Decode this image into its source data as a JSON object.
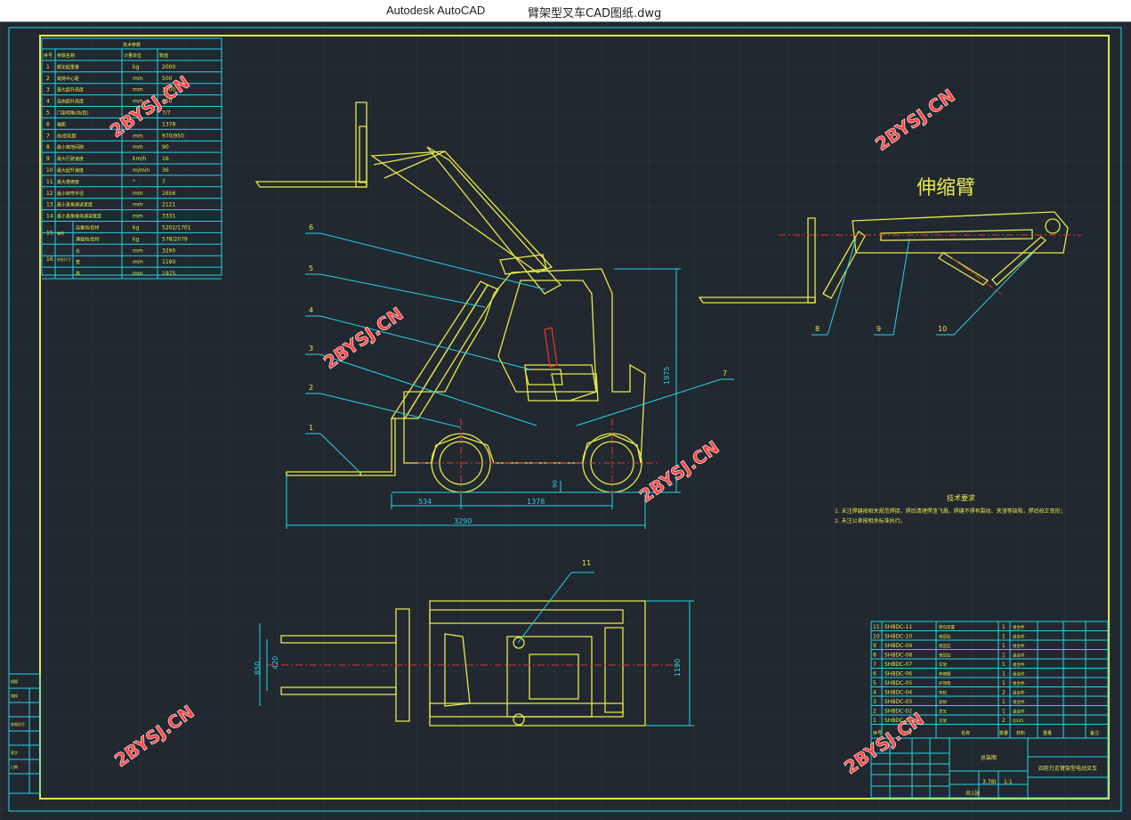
{
  "window": {
    "app_name": "Autodesk AutoCAD",
    "file_name": "臂架型叉车CAD图纸.dwg"
  },
  "colors": {
    "background": "#212830",
    "frame_yellow": "#e8e84a",
    "cyan": "#27d4e6",
    "red_center": "#e0352e",
    "watermark": "#ff3b3b"
  },
  "watermark": {
    "text": "2BYSJ.CN"
  },
  "params_table": {
    "title": "技术参数",
    "headers": [
      "序号",
      "参数名称",
      "计量单位",
      "数值"
    ],
    "rows": [
      {
        "no": "1",
        "name": "额定起重量",
        "unit": "kg",
        "value": "2000"
      },
      {
        "no": "2",
        "name": "载荷中心距",
        "unit": "mm",
        "value": "500"
      },
      {
        "no": "3",
        "name": "最大起升高度",
        "unit": "mm",
        "value": "3000"
      },
      {
        "no": "4",
        "name": "自由起升高度",
        "unit": "mm",
        "value": "150"
      },
      {
        "no": "5",
        "name": "门架倾角(前/后)",
        "unit": "°",
        "value": "7/7"
      },
      {
        "no": "6",
        "name": "轴距",
        "unit": "",
        "value": "1378"
      },
      {
        "no": "7",
        "name": "前/后轮距",
        "unit": "mm",
        "value": "970/950"
      },
      {
        "no": "8",
        "name": "最小离地间隙",
        "unit": "mm",
        "value": "90"
      },
      {
        "no": "9",
        "name": "最大行驶速度",
        "unit": "km/h",
        "value": "16"
      },
      {
        "no": "10",
        "name": "最大起升速度",
        "unit": "m/min",
        "value": "36"
      },
      {
        "no": "11",
        "name": "最大爬坡度",
        "unit": "°",
        "value": "7"
      },
      {
        "no": "12",
        "name": "最小转弯半径",
        "unit": "mm",
        "value": "1656"
      },
      {
        "no": "13",
        "name": "最小直角通道宽度",
        "unit": "mm",
        "value": "2121"
      },
      {
        "no": "14",
        "name": "最小直角堆垛通道宽度",
        "unit": "mm",
        "value": "3331"
      },
      {
        "no": "15a",
        "name": "自重前/后桥",
        "unit": "kg",
        "value": "5202/1701"
      },
      {
        "no": "15b",
        "name": "满载前/后桥",
        "unit": "kg",
        "value": "578/2079"
      },
      {
        "no": "16a",
        "name": "长",
        "unit": "mm",
        "value": "3290"
      },
      {
        "no": "16b",
        "name": "宽",
        "unit": "mm",
        "value": "1190"
      },
      {
        "no": "16c",
        "name": "高",
        "unit": "mm",
        "value": "1975"
      }
    ],
    "merged_labels": {
      "r15_no": "15",
      "r15_cat": "轴荷",
      "r16_no": "16",
      "r16_cat": "外形尺寸"
    }
  },
  "views": {
    "arm_title": "伸缩臂",
    "side_balloons": [
      "1",
      "2",
      "3",
      "4",
      "5",
      "6",
      "7"
    ],
    "arm_balloons": [
      "8",
      "9",
      "10"
    ],
    "top_balloon": "11",
    "dims": {
      "height": "1975",
      "front": "534",
      "wheelbase": "1378",
      "length": "3290",
      "clearance": "90",
      "width_fork": "420",
      "width_out": "850",
      "width_total": "1190"
    }
  },
  "tech_requirements": {
    "title": "技术要求",
    "lines": [
      "1. 未注焊缝按相关规范焊接，焊后清理焊渣飞溅，焊缝不得有裂纹、夹渣等缺陷，焊后校正变形；",
      "2. 未注公差按相关标准执行。"
    ]
  },
  "parts_list": [
    {
      "no": "11",
      "code": "SHBDC-11",
      "name": "转向装置",
      "qty": "1",
      "material": "组合件"
    },
    {
      "no": "10",
      "code": "SHBDC-10",
      "name": "液压缸",
      "qty": "1",
      "material": "组合件"
    },
    {
      "no": "9",
      "code": "SHBDC-09",
      "name": "液压缸",
      "qty": "1",
      "material": "组合件"
    },
    {
      "no": "8",
      "code": "SHBDC-08",
      "name": "液压缸",
      "qty": "1",
      "material": "组合件"
    },
    {
      "no": "7",
      "code": "SHBDC-07",
      "name": "车架",
      "qty": "1",
      "material": "组合件"
    },
    {
      "no": "6",
      "code": "SHBDC-06",
      "name": "伸缩臂",
      "qty": "1",
      "material": "组合件"
    },
    {
      "no": "5",
      "code": "SHBDC-05",
      "name": "护顶架",
      "qty": "1",
      "material": "组合件"
    },
    {
      "no": "4",
      "code": "SHBDC-04",
      "name": "车轮",
      "qty": "2",
      "material": "组合件"
    },
    {
      "no": "3",
      "code": "SHBDC-03",
      "name": "前桥",
      "qty": "1",
      "material": "组合件"
    },
    {
      "no": "2",
      "code": "SHBDC-02",
      "name": "货叉",
      "qty": "1",
      "material": "组合件"
    },
    {
      "no": "1",
      "code": "SHBDC-01",
      "name": "叉架",
      "qty": "2",
      "material": "Q345"
    }
  ],
  "parts_header": {
    "no": "序号",
    "code": "代号",
    "name": "名称",
    "qty": "数量",
    "material": "材料",
    "weight": "重量",
    "remark": "备注"
  },
  "title_block": {
    "drawing_name": "总装图",
    "product_name": "四轮行走臂架型电动叉车",
    "scale": "1:1",
    "weight": "3.78t",
    "sheet": "共1张"
  },
  "left_strip": {
    "labels": [
      "描图",
      "描校",
      "底图总号",
      "签字",
      "日期"
    ]
  }
}
